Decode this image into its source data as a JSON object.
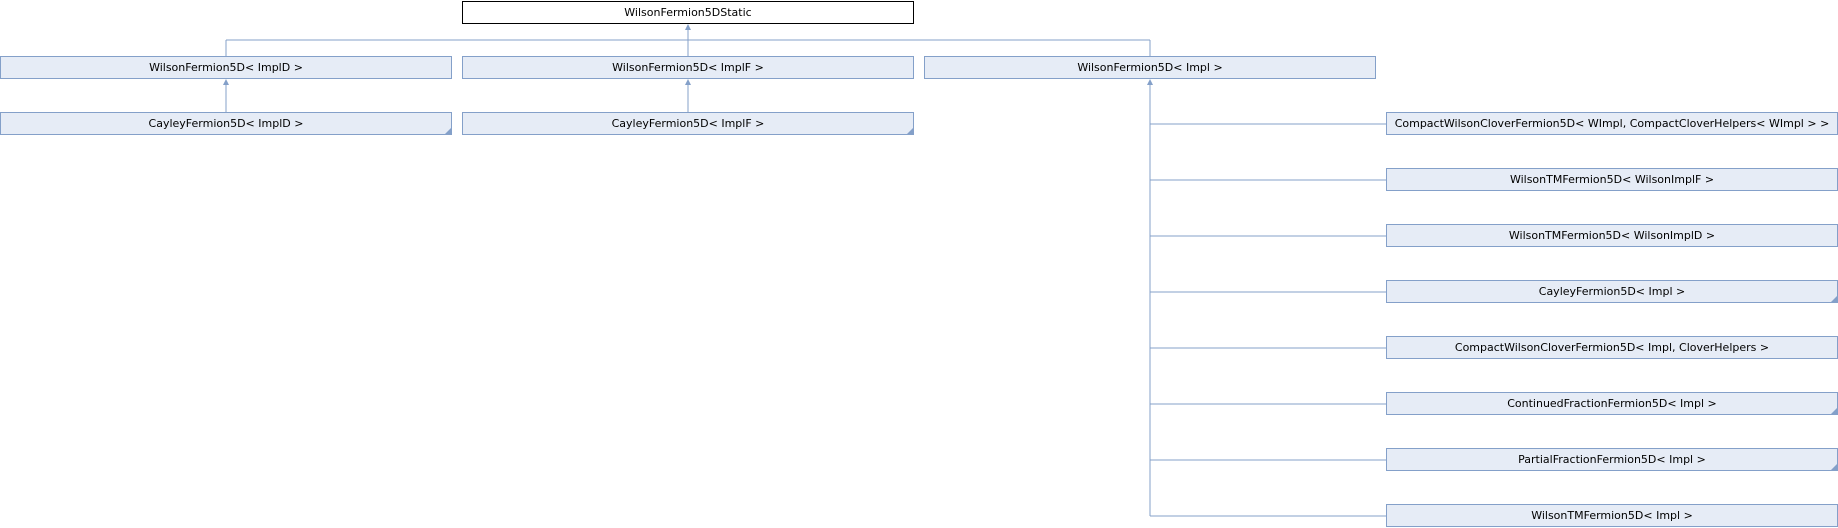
{
  "diagram": {
    "root": {
      "label": "WilsonFermion5DStatic"
    },
    "level1": [
      {
        "label": "WilsonFermion5D< ImplD >"
      },
      {
        "label": "WilsonFermion5D< ImplF >"
      },
      {
        "label": "WilsonFermion5D< Impl >"
      }
    ],
    "level2": [
      {
        "label": "CayleyFermion5D< ImplD >",
        "parent": 0
      },
      {
        "label": "CayleyFermion5D< ImplF >",
        "parent": 1
      }
    ],
    "impl_children": [
      {
        "label": "CompactWilsonCloverFermion5D< WImpl, CompactCloverHelpers< WImpl > >"
      },
      {
        "label": "WilsonTMFermion5D< WilsonImplF >"
      },
      {
        "label": "WilsonTMFermion5D< WilsonImplD >"
      },
      {
        "label": "CayleyFermion5D< Impl >"
      },
      {
        "label": "CompactWilsonCloverFermion5D< Impl, CloverHelpers >"
      },
      {
        "label": "ContinuedFractionFermion5D< Impl >"
      },
      {
        "label": "PartialFractionFermion5D< Impl >"
      },
      {
        "label": "WilsonTMFermion5D< Impl >"
      }
    ],
    "colors": {
      "border": "#84a0c9",
      "fill": "#e6ecf6",
      "root_border": "#000000"
    }
  }
}
